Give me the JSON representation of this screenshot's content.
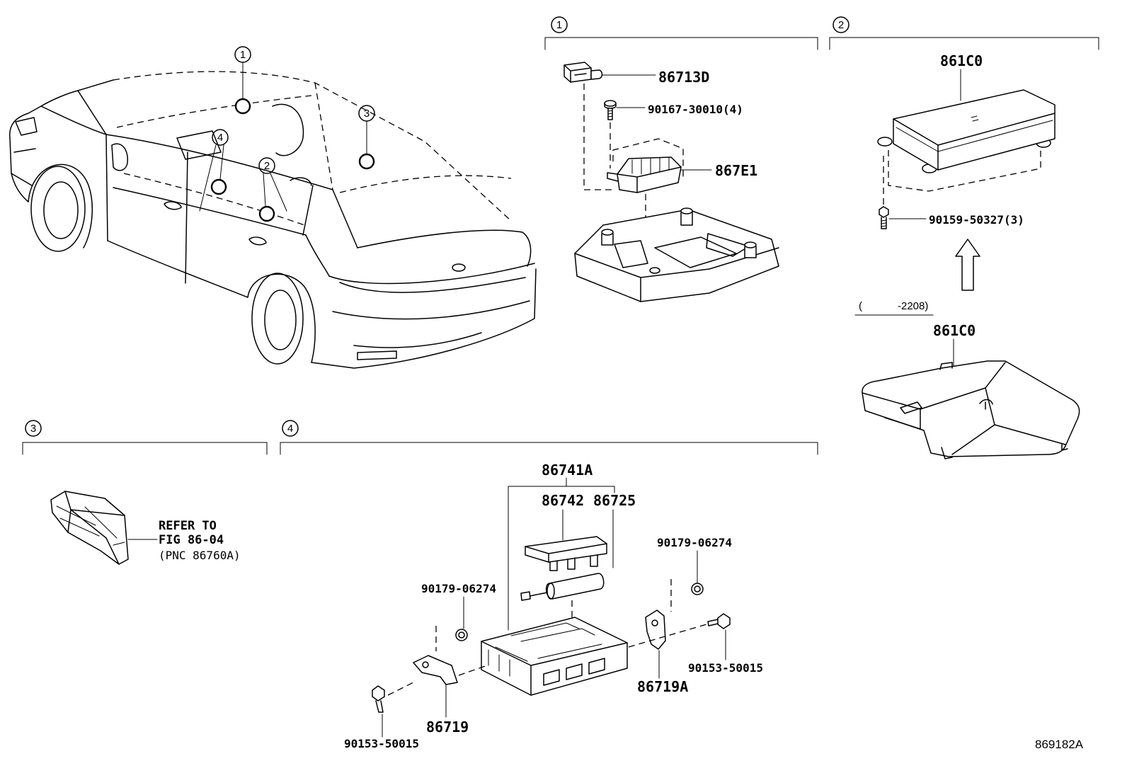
{
  "car_callouts": [
    "1",
    "2",
    "3",
    "4"
  ],
  "section_1": {
    "number": "1",
    "labels": [
      "86713D",
      "90167-30010(4)",
      "867E1"
    ]
  },
  "section_2": {
    "number": "2",
    "labels": [
      "861C0",
      "90159-50327(3)",
      "(            -2208)",
      "861C0"
    ]
  },
  "section_3": {
    "number": "3",
    "refer": [
      "REFER TO",
      "FIG 86-04",
      "(PNC 86760A)"
    ]
  },
  "section_4": {
    "number": "4",
    "labels": [
      "86741A",
      "86742",
      "86725",
      "90179-06274",
      "90179-06274",
      "86719",
      "86719A",
      "90153-50015",
      "90153-50015"
    ]
  },
  "figure_code": "869182A"
}
